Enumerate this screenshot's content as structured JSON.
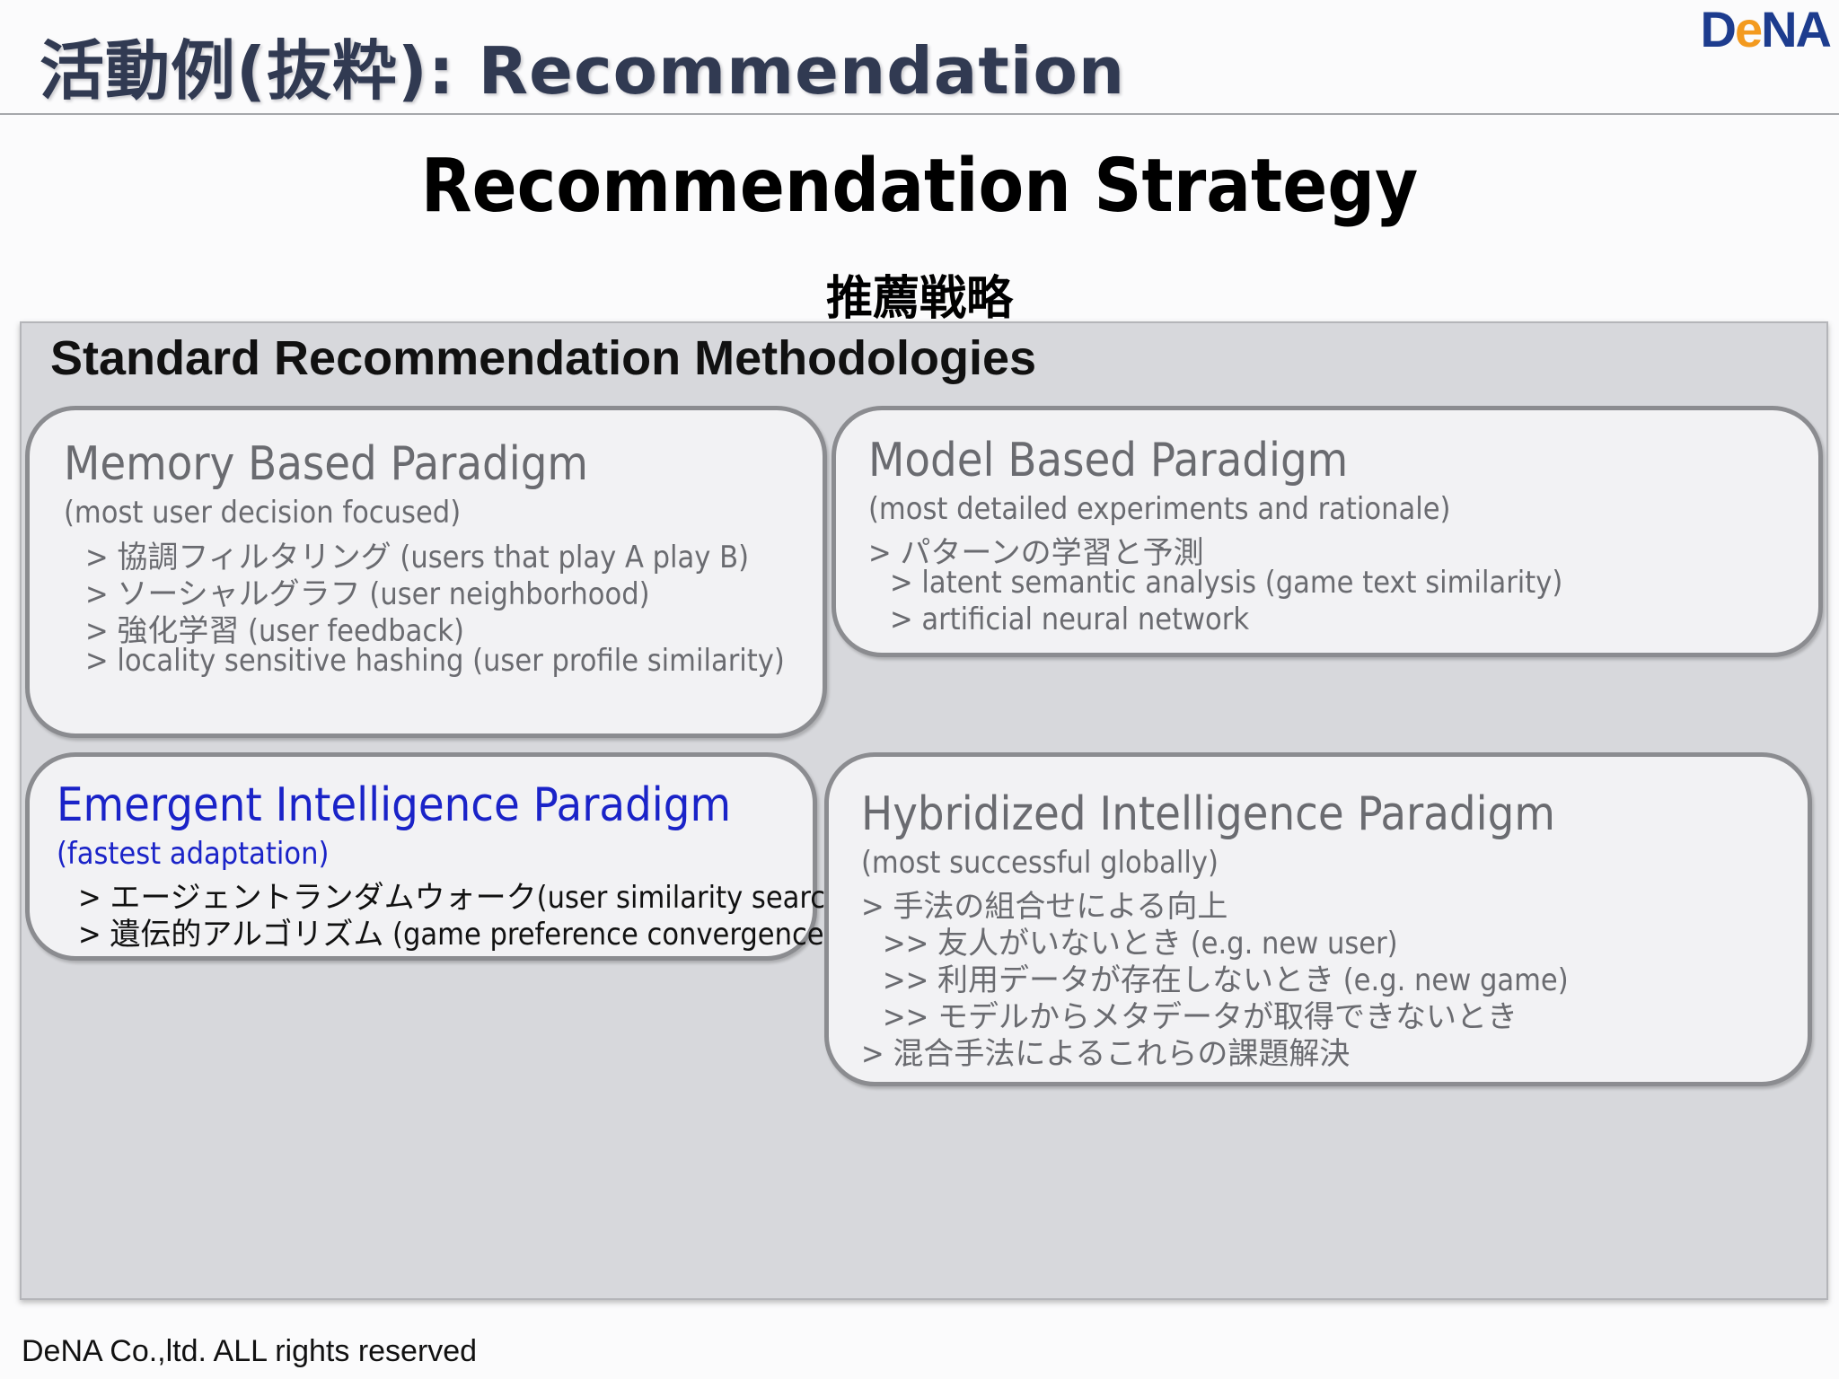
{
  "header": {
    "title": "活動例(抜粋): Recommendation",
    "logo_text": "DeNA",
    "logo_colors": {
      "main": "#1d3c8e",
      "accent": "#f39a1f"
    }
  },
  "main": {
    "heading": "Recommendation Strategy",
    "subheading": "推薦戦略",
    "panel_title": "Standard Recommendation Methodologies",
    "boxes": [
      {
        "title": "Memory Based Paradigm",
        "subtitle": "(most user decision focused)",
        "items": [
          "> 協調フィルタリング (users that play A play B)",
          "> ソーシャルグラフ (user neighborhood)",
          "> 強化学習 (user feedback)",
          "> locality sensitive hashing (user profile similarity)"
        ]
      },
      {
        "title": "Model Based Paradigm",
        "subtitle": "(most detailed experiments and rationale)",
        "items": [
          "> パターンの学習と予測",
          "> latent semantic analysis (game text similarity)",
          "> artificial neural network"
        ]
      },
      {
        "title": "Emergent Intelligence Paradigm",
        "subtitle": "(fastest adaptation)",
        "items": [
          "> エージェントランダムウォーク(user similarity search)",
          "> 遺伝的アルゴリズム (game preference convergence)"
        ]
      },
      {
        "title": "Hybridized Intelligence Paradigm",
        "subtitle": "(most successful globally)",
        "items": [
          "> 手法の組合せによる向上",
          ">> 友人がいないとき (e.g. new user)",
          ">> 利用データが存在しないとき (e.g. new game)",
          ">> モデルからメタデータが取得できないとき",
          "> 混合手法によるこれらの課題解決"
        ]
      }
    ]
  },
  "footer": {
    "copyright": "DeNA Co.,ltd. ALL rights reserved"
  }
}
